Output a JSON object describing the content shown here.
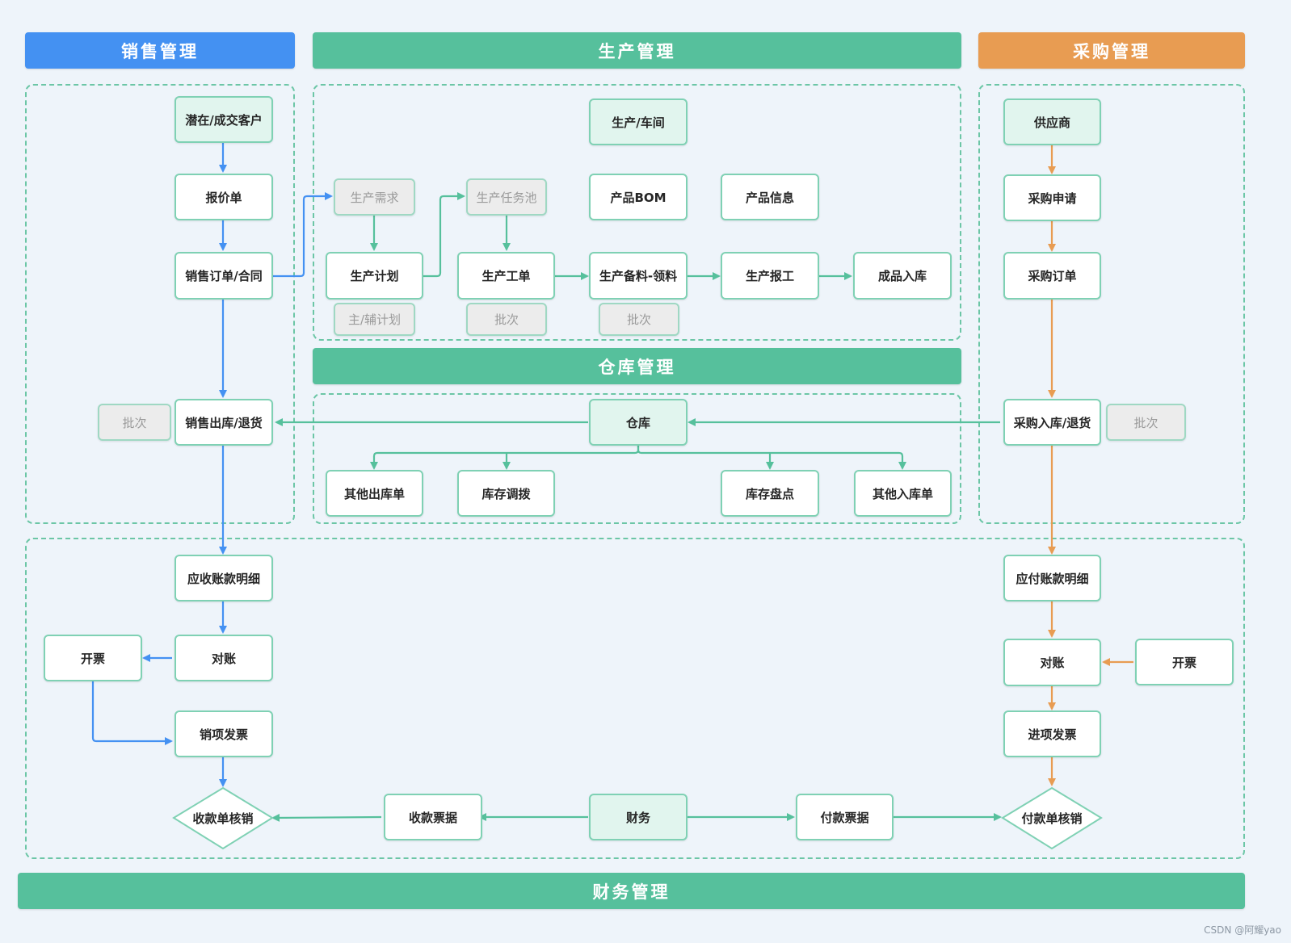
{
  "headers": {
    "sales": "销售管理",
    "production": "生产管理",
    "purchase": "采购管理",
    "warehouse": "仓库管理",
    "finance": "财务管理"
  },
  "sales": {
    "customer": "潜在/成交客户",
    "quote": "报价单",
    "order": "销售订单/合同",
    "outbound": "销售出库/退货",
    "batch": "批次"
  },
  "production": {
    "workshop": "生产/车间",
    "demand": "生产需求",
    "task_pool": "生产任务池",
    "bom": "产品BOM",
    "product_info": "产品信息",
    "plan": "生产计划",
    "work_order": "生产工单",
    "material": "生产备料-领料",
    "report": "生产报工",
    "finished": "成品入库",
    "sub_plan": "主/辅计划",
    "batch1": "批次",
    "batch2": "批次"
  },
  "purchase": {
    "supplier": "供应商",
    "request": "采购申请",
    "order": "采购订单",
    "inbound": "采购入库/退货",
    "batch": "批次"
  },
  "warehouse": {
    "warehouse": "仓库",
    "other_out": "其他出库单",
    "transfer": "库存调拨",
    "stocktake": "库存盘点",
    "other_in": "其他入库单"
  },
  "finance": {
    "receivable": "应收账款明细",
    "reconcile_ar": "对账",
    "invoice_ar": "开票",
    "sales_invoice": "销项发票",
    "receipt_verify": "收款单核销",
    "receipt_bill": "收款票据",
    "finance": "财务",
    "payment_bill": "付款票据",
    "payment_verify": "付款单核销",
    "payable": "应付账款明细",
    "reconcile_ap": "对账",
    "invoice_ap": "开票",
    "purchase_invoice": "进项发票"
  },
  "colors": {
    "blue": "#4491f2",
    "green": "#56c09c",
    "orange": "#e89c52"
  },
  "watermark": "CSDN @阿耀yao"
}
